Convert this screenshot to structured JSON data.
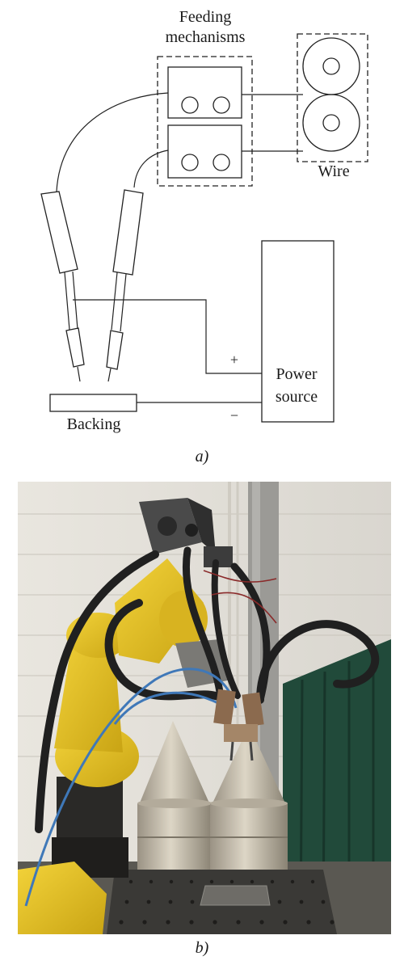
{
  "schematic": {
    "feeding_label_line1": "Feeding",
    "feeding_label_line2": "mechanisms",
    "wire_label": "Wire",
    "power_label_line1": "Power",
    "power_label_line2": "source",
    "plus_sign": "+",
    "minus_sign": "−",
    "backing_label": "Backing",
    "caption": "a)"
  },
  "photo": {
    "caption": "b)"
  }
}
